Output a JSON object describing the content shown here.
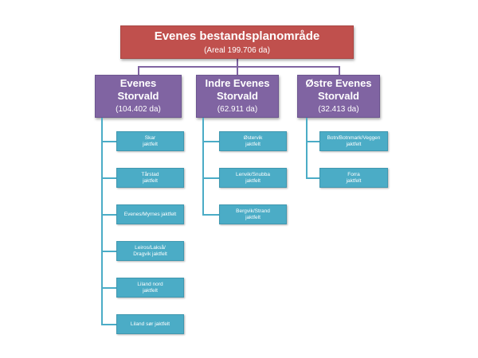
{
  "root": {
    "title": "Evenes bestandsplanområde",
    "subtitle": "(Areal 199.706 da)"
  },
  "regions": [
    {
      "title": "Evenes\nStorvald",
      "area": "(104.402 da)",
      "fields": [
        "Skar\njaktfelt",
        "Tårstad\njaktfelt",
        "Evenes/Myrnes jaktfelt",
        "Leiros/Lakså/\nDragvik jaktfelt",
        "Liland nord\njaktfelt",
        "Liland sør jaktfelt"
      ]
    },
    {
      "title": "Indre Evenes\nStorvald",
      "area": "(62.911 da)",
      "fields": [
        "Østervik\njaktfelt",
        "Lenvik/Snubba\njaktfelt",
        "Bergvik/Strand\njaktfelt"
      ]
    },
    {
      "title": "Østre Evenes\nStorvald",
      "area": "(32.413 da)",
      "fields": [
        "Botn/Botnmark/Veggen\njaktfelt",
        "Forra\njaktfelt"
      ]
    }
  ],
  "colors": {
    "root": "#c0504d",
    "region": "#8064a2",
    "leaf": "#4bacc6"
  }
}
